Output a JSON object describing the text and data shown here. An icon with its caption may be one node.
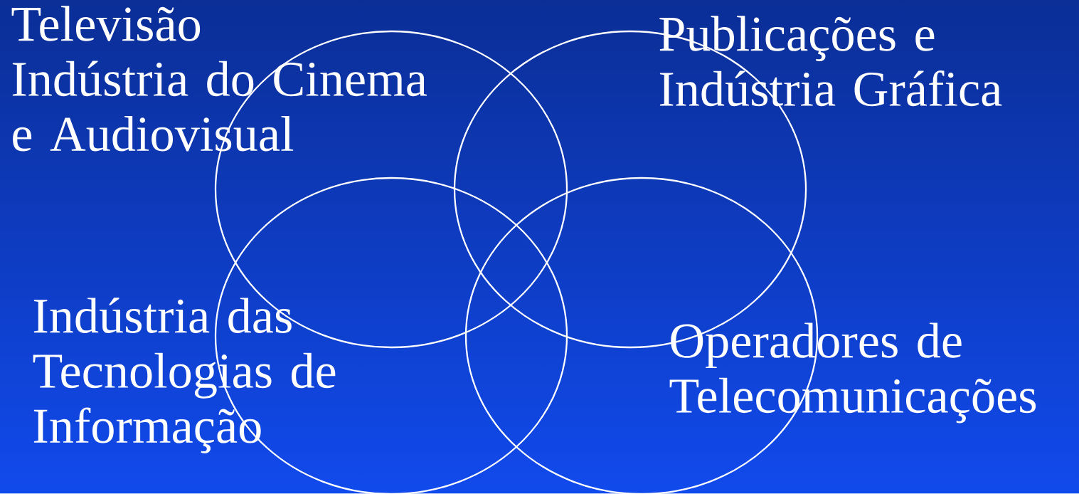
{
  "diagram": {
    "nodes": [
      {
        "text": [
          "Televisão",
          "Indústria do Cinema e Audiovisual"
        ]
      },
      {
        "text": [
          "Publicações e Indústria Gráfica"
        ]
      },
      {
        "text": [
          "Indústria das Tecnologias de Informação"
        ]
      },
      {
        "text": [
          "Operadores de Telecomunicações"
        ]
      }
    ]
  }
}
